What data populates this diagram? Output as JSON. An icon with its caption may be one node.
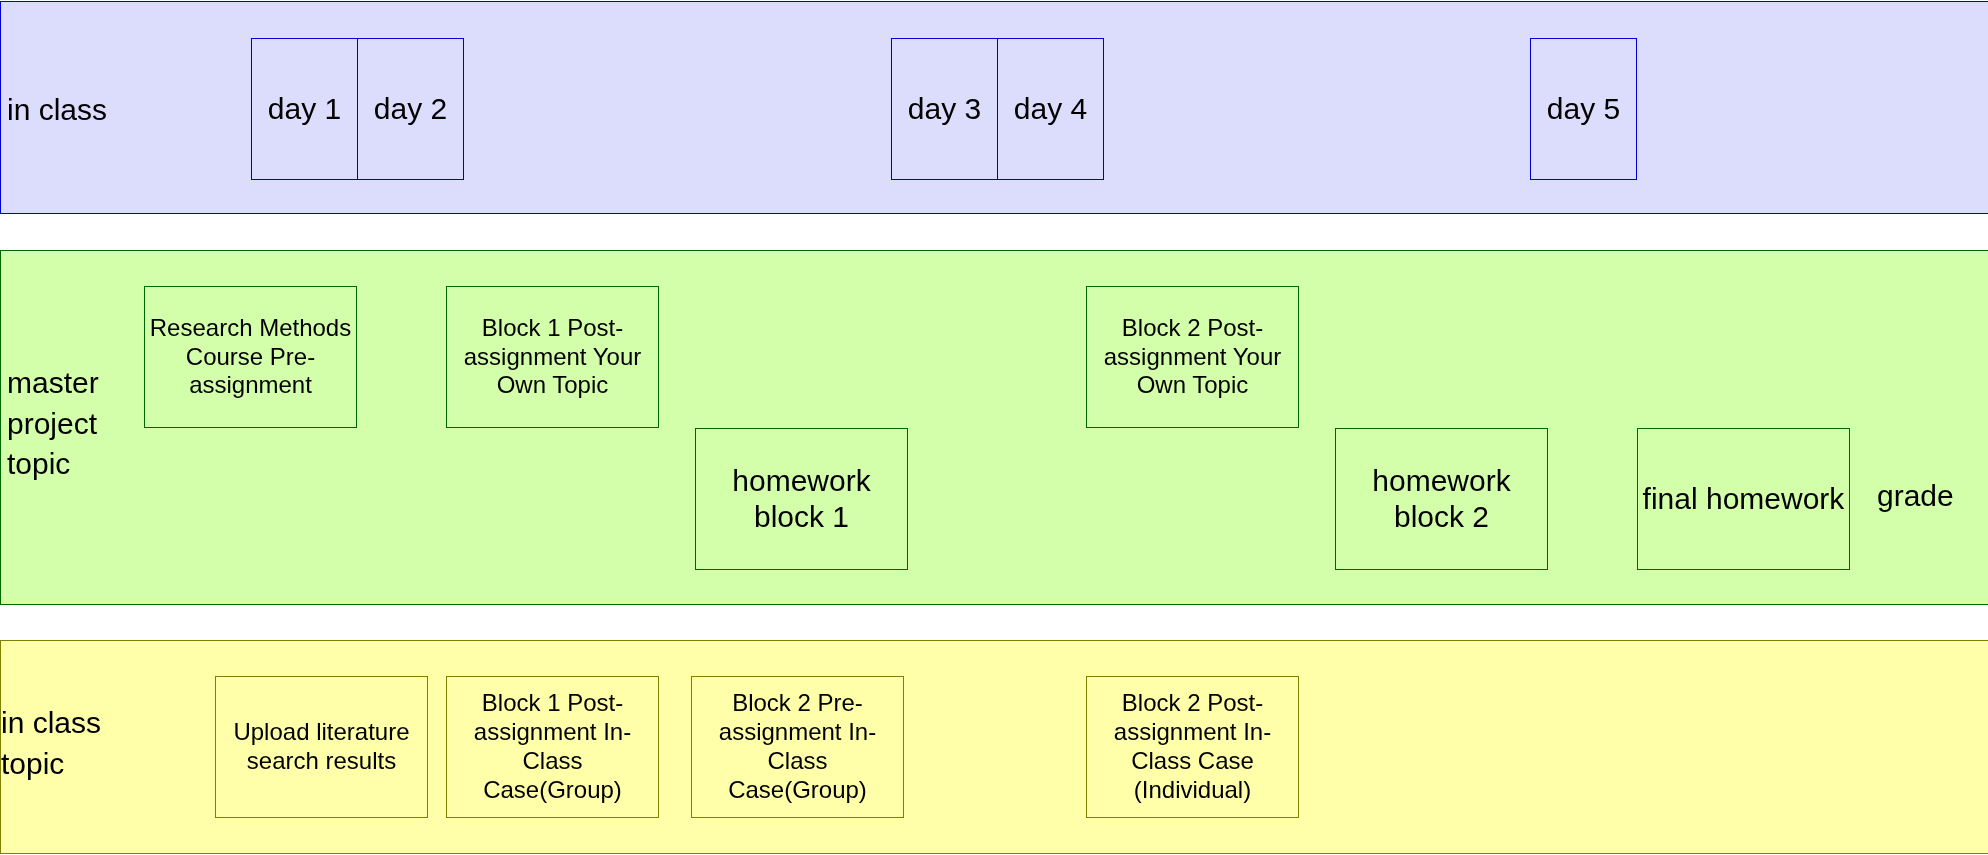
{
  "diagram": {
    "nodes": [
      {
        "text": [
          "in class"
        ]
      },
      {
        "text": [
          "day 1"
        ],
        "in": 0
      },
      {
        "text": [
          "day 2"
        ],
        "in": 0
      },
      {
        "text": [
          "day 3"
        ],
        "in": 0
      },
      {
        "text": [
          "day 4"
        ],
        "in": 0
      },
      {
        "text": [
          "day 5"
        ],
        "in": 0
      },
      {
        "text": [
          "master project topic"
        ]
      },
      {
        "text": [
          "Research Methods Course Pre-assignment"
        ],
        "in": 6
      },
      {
        "text": [
          "Block 1 Post-assignment Your Own Topic"
        ],
        "in": 6
      },
      {
        "text": [
          "Block 2 Post-assignment Your Own Topic"
        ],
        "in": 6
      },
      {
        "text": [
          "homework block 1"
        ],
        "in": 6
      },
      {
        "text": [
          "homework block 2"
        ],
        "in": 6
      },
      {
        "text": [
          "final homework"
        ],
        "in": 6
      },
      {
        "text": [
          "in class topic"
        ]
      },
      {
        "text": [
          "Upload literature search results"
        ],
        "in": 13
      },
      {
        "text": [
          "Block 1 Post-assignment In-Class Case(Group)"
        ],
        "in": 13
      },
      {
        "text": [
          "Block 2 Pre-assignment In-Class Case(Group)"
        ],
        "in": 13
      },
      {
        "text": [
          "Block 2 Post-assignment In-Class Case (Individual)"
        ],
        "in": 13
      }
    ],
    "labels": [
      "grade"
    ]
  }
}
